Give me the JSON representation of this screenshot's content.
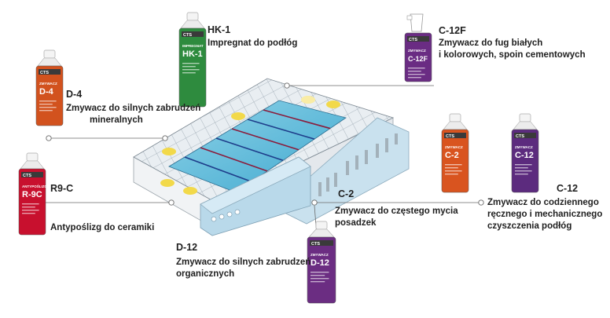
{
  "products": [
    {
      "id": "hk1",
      "code": "HK-1",
      "desc": [
        "Impregnat do podłóg"
      ],
      "label_top": "IMPREGNAT",
      "label_code": "HK-1",
      "color": "#2e8b3e"
    },
    {
      "id": "d4",
      "code": "D-4",
      "desc": [
        "Zmywacz do silnych zabrudzeń",
        "mineralnych"
      ],
      "label_top": "ZMYWACZ",
      "label_code": "D-4",
      "color": "#d2521e"
    },
    {
      "id": "c12f",
      "code": "C-12F",
      "desc": [
        "Zmywacz do fug białych",
        "i kolorowych, spoin cementowych"
      ],
      "label_top": "ZMYWACZ",
      "label_code": "C-12F",
      "color": "#6a2c83"
    },
    {
      "id": "r9c",
      "code": "R9-C",
      "desc": [
        "Antypoślizg  do ceramiki"
      ],
      "label_top": "ANTYPOŚLIZG",
      "label_code": "R-9C",
      "color": "#c8102e"
    },
    {
      "id": "c2",
      "code": "C-2",
      "desc": [
        "Zmywacz do częstego mycia",
        "posadzek"
      ],
      "label_top": "ZMYWACZ",
      "label_code": "C-2",
      "color": "#d9541f"
    },
    {
      "id": "c12",
      "code": "C-12",
      "desc": [
        "Zmywacz do  codziennego",
        "ręcznego i mechanicznego",
        "czyszczenia podłóg"
      ],
      "label_top": "ZMYWACZ",
      "label_code": "C-12",
      "color": "#5c2b7e"
    },
    {
      "id": "d12",
      "code": "D-12",
      "desc": [
        "Zmywacz do silnych zabrudzeń",
        "organicznych"
      ],
      "label_top": "ZMYWACZ",
      "label_code": "D-12",
      "color": "#6b2d82"
    }
  ],
  "brand": "CTS",
  "colors": {
    "pool_water": "#6fc3dc",
    "roof_glass": "#dde7ef",
    "building_light": "#cfe3ee",
    "lane": "#1e3d8a",
    "lane_red": "#8a1c3c"
  }
}
